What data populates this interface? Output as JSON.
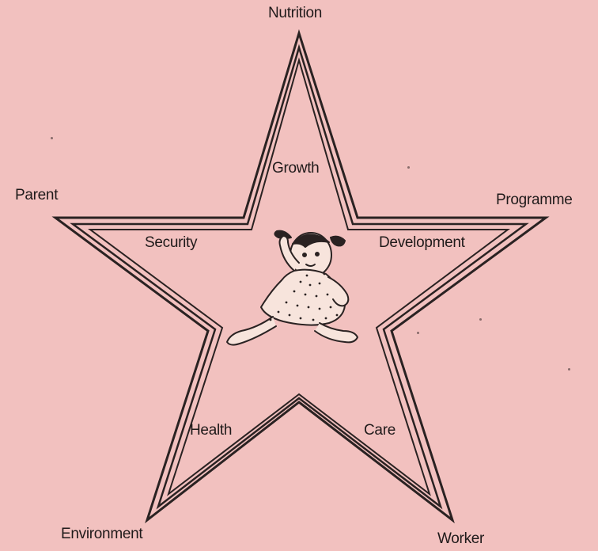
{
  "diagram": {
    "outer_labels": {
      "top": "Nutrition",
      "upper_left": "Parent",
      "upper_right": "Programme",
      "lower_left": "Environment",
      "lower_right": "Worker"
    },
    "inner_labels": {
      "top": "Growth",
      "upper_left": "Security",
      "upper_right": "Development",
      "lower_left": "Health",
      "lower_right": "Care"
    },
    "center_image": "running-girl-illustration",
    "colors": {
      "background": "#f2c1bf",
      "ink": "#2a2222"
    }
  }
}
